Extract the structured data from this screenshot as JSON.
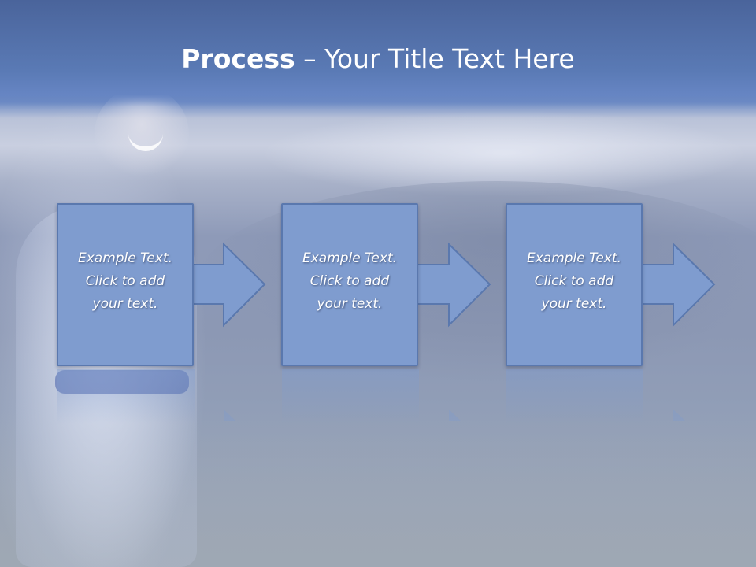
{
  "title": {
    "bold": "Process",
    "rest": " – Your Title Text Here"
  },
  "steps": [
    {
      "label": "Example Text.\nClick  to add\nyour text."
    },
    {
      "label": "Example Text.\nClick  to add\nyour text."
    },
    {
      "label": "Example Text.\nClick  to add\nyour text."
    }
  ],
  "colors": {
    "box_fill": "#7f9ccf",
    "box_border": "#5a78ae",
    "title_band": "#5a7ab5",
    "text": "#ffffff"
  }
}
